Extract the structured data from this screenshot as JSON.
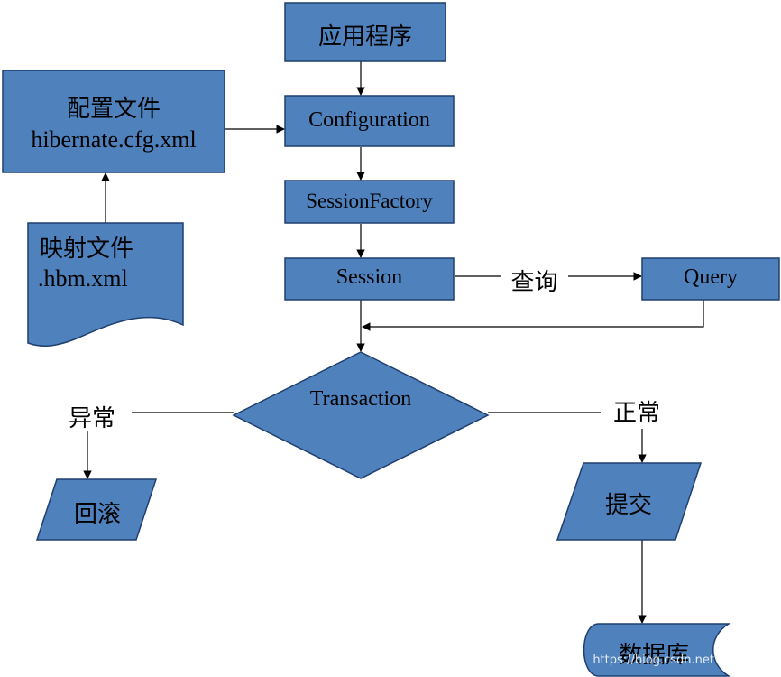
{
  "nodes": {
    "app": "应用程序",
    "config_file_title": "配置文件",
    "config_file_name": "hibernate.cfg.xml",
    "mapping_file_title": "映射文件",
    "mapping_file_name": ".hbm.xml",
    "configuration": "Configuration",
    "session_factory": "SessionFactory",
    "session": "Session",
    "query": "Query",
    "transaction": "Transaction",
    "rollback": "回滚",
    "commit": "提交",
    "database": "数据库"
  },
  "edges": {
    "query_label": "查询",
    "exception_label": "异常",
    "normal_label": "正常"
  },
  "colors": {
    "node_fill": "#4f81bd",
    "node_stroke": "#1f3f6e",
    "edge": "#000000"
  },
  "watermark": "https://blog.csdn.net"
}
